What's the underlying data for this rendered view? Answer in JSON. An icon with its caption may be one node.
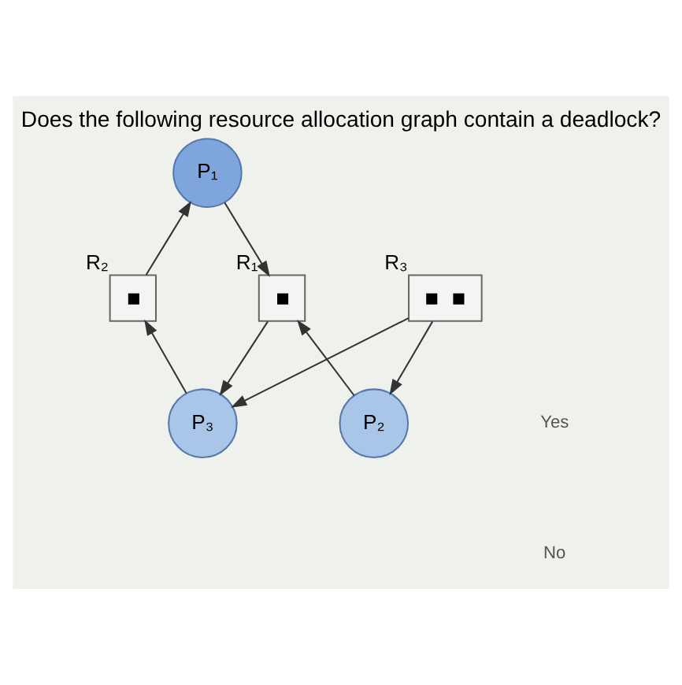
{
  "diagram": {
    "title": "Does the following resource allocation graph contain a deadlock?",
    "nodes": [
      {
        "text": [
          "P₁"
        ]
      },
      {
        "text": [],
        "shape": "box",
        "beside": [
          "R₁"
        ]
      },
      {
        "text": [],
        "shape": "box",
        "beside": [
          "R₂"
        ]
      },
      {
        "text": [
          "P₂"
        ]
      },
      {
        "text": [
          "P₃"
        ]
      },
      {
        "text": [],
        "shape": "box",
        "beside": [
          "R₃"
        ]
      }
    ],
    "edges": [
      {
        "from": 0,
        "to": 1,
        "arrow": "to"
      },
      {
        "from": 2,
        "to": 0,
        "arrow": "to"
      },
      {
        "from": 1,
        "to": 4,
        "arrow": "to"
      },
      {
        "from": 3,
        "to": 1,
        "arrow": "to"
      },
      {
        "from": 4,
        "to": 2,
        "arrow": "to"
      },
      {
        "from": 5,
        "to": 3,
        "arrow": "to"
      },
      {
        "from": 5,
        "to": 4,
        "arrow": "to"
      }
    ],
    "labels": [
      "Yes",
      "No"
    ]
  }
}
